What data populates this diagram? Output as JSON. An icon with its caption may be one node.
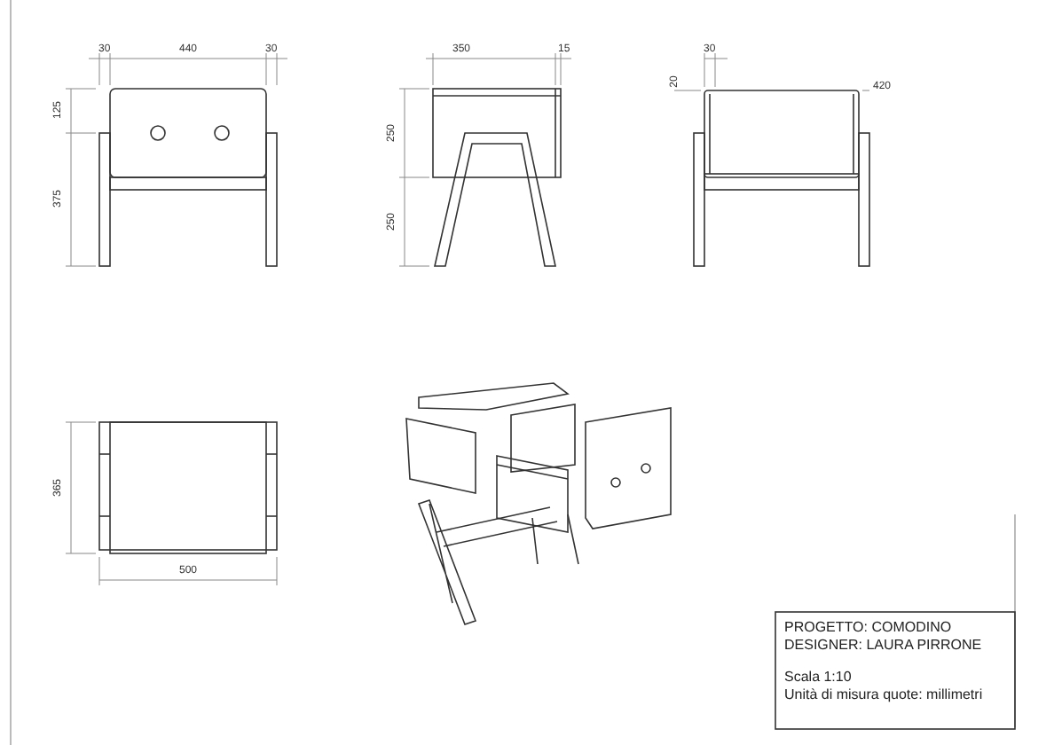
{
  "diagram": {
    "labels": [
      "30",
      "440",
      "30",
      "125",
      "375",
      "350",
      "15",
      "250",
      "250",
      "20",
      "30",
      "420",
      "365",
      "500",
      "PROGETTO: COMODINO",
      "DESIGNER: LAURA PIRRONE",
      "Scala 1:10",
      "Unità di misura quote: millimetri"
    ]
  }
}
